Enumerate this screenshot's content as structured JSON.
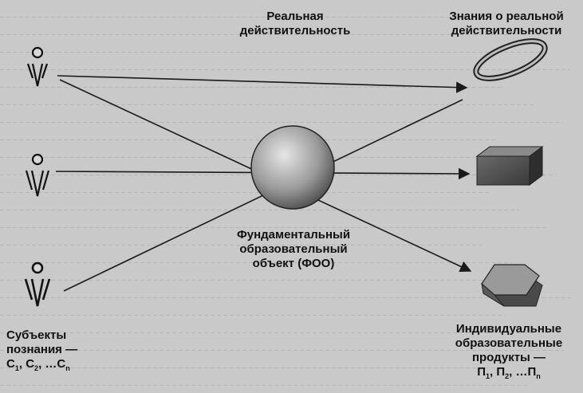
{
  "labels": {
    "reality": [
      "Реальная",
      "действительность"
    ],
    "knowledge": [
      "Знания о реальной",
      "действительности"
    ],
    "foo": [
      "Фундаментальный",
      "образовательный",
      "объект (ФОО)"
    ],
    "subjects": [
      "Субъекты",
      "познания —"
    ],
    "subjects_seq": {
      "a": "С",
      "a_sub": "1",
      "b": "С",
      "b_sub": "2",
      "c": "…С",
      "c_sub": "n"
    },
    "products": [
      "Индивидуальные",
      "образовательные",
      "продукты —"
    ],
    "products_seq": {
      "a": "П",
      "a_sub": "1",
      "b": "П",
      "b_sub": "2",
      "c": "…П",
      "c_sub": "n"
    }
  },
  "colors": {
    "line": "#1a1a1a",
    "sphere_light": "#d8d8d8",
    "sphere_dark": "#5a5a5a",
    "shape_fill": "#6e6e6e",
    "shape_light": "#b0b0b0"
  }
}
